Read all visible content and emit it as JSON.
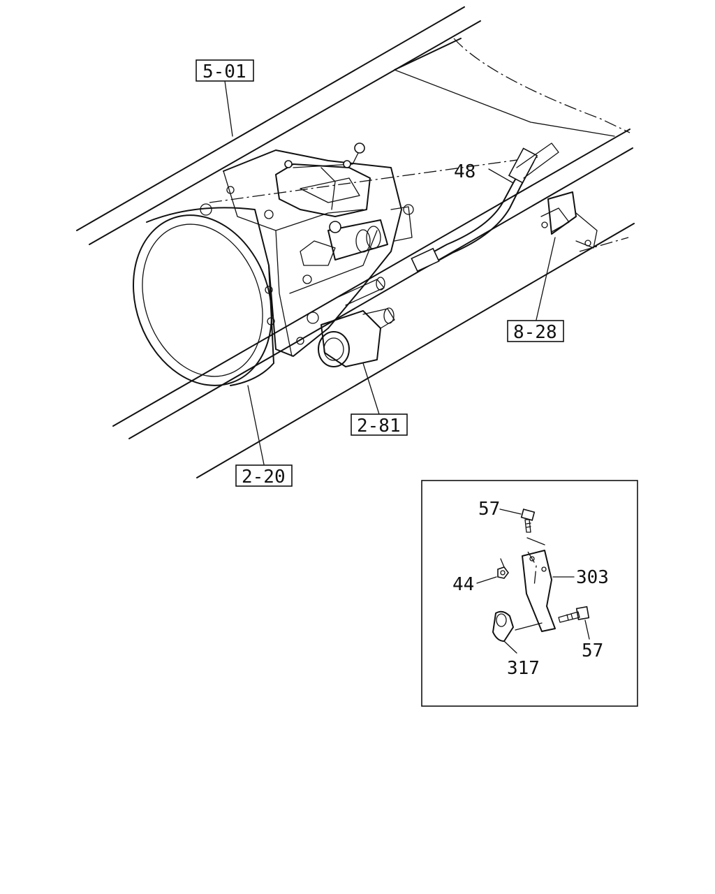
{
  "callouts": {
    "ref_5_01": "5-01",
    "ref_8_28": "8-28",
    "ref_2_81": "2-81",
    "ref_2_20": "2-20",
    "part_48": "48"
  },
  "detail": {
    "part_57_top": "57",
    "part_44": "44",
    "part_303": "303",
    "part_57_bottom": "57",
    "part_317": "317"
  }
}
